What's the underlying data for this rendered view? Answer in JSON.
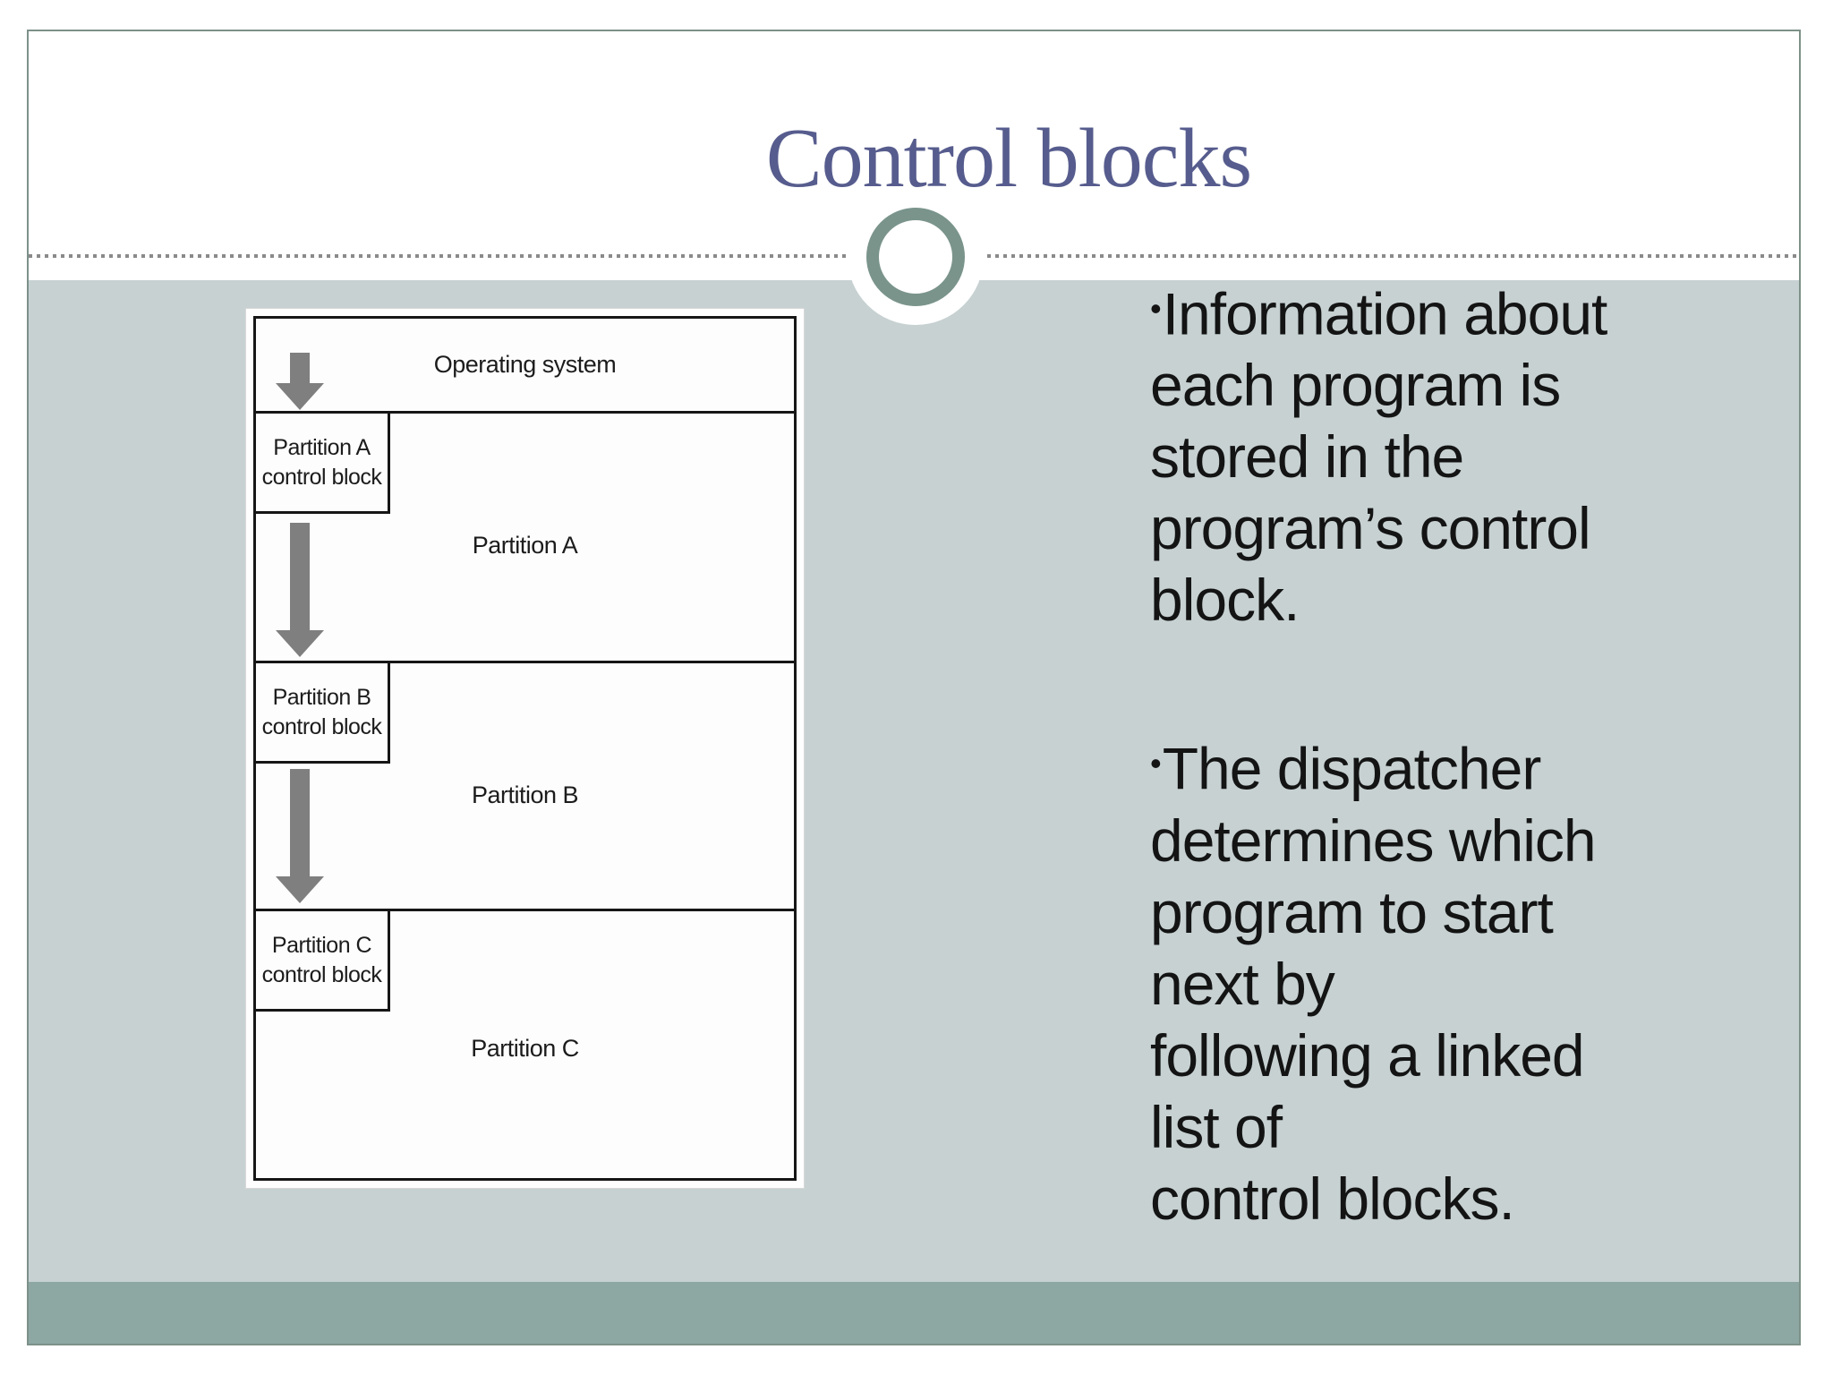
{
  "slide": {
    "title": "Control blocks",
    "colors": {
      "title_text": "#565c8d",
      "body_text": "#141414",
      "content_background": "#c7d1d2",
      "bottom_band": "#8da7a3",
      "ring_ornament": "#7a948c",
      "slide_border": "#7d9189",
      "arrow": "#7f7f7f",
      "diagram_line": "#161616"
    },
    "figure": {
      "os_label": "Operating system",
      "sections": [
        {
          "block_label_line1": "Partition A",
          "block_label_line2": "control block",
          "area_label": "Partition A"
        },
        {
          "block_label_line1": "Partition B",
          "block_label_line2": "control block",
          "area_label": "Partition B"
        },
        {
          "block_label_line1": "Partition C",
          "block_label_line2": "control block",
          "area_label": "Partition C"
        }
      ]
    },
    "bullets": [
      {
        "marker": "•",
        "lines": [
          "Information about",
          "each program is",
          "stored in the",
          "program’s control",
          "block."
        ]
      },
      {
        "marker": "•",
        "lines": [
          "The dispatcher",
          "determines which",
          "program to start",
          "next by",
          "following a linked",
          "list of",
          "control blocks."
        ]
      }
    ]
  }
}
